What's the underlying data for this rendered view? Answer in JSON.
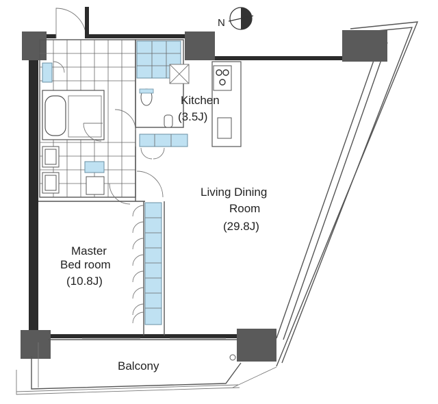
{
  "compass": {
    "label": "N"
  },
  "rooms": {
    "kitchen": {
      "name": "Kitchen",
      "size": "(3.5J)"
    },
    "living": {
      "name_line1": "Living Dining",
      "name_line2": "Room",
      "size": "(29.8J)"
    },
    "bedroom": {
      "name_line1": "Master",
      "name_line2": "Bed room",
      "size": "(10.8J)"
    },
    "balcony": {
      "name": "Balcony"
    }
  }
}
